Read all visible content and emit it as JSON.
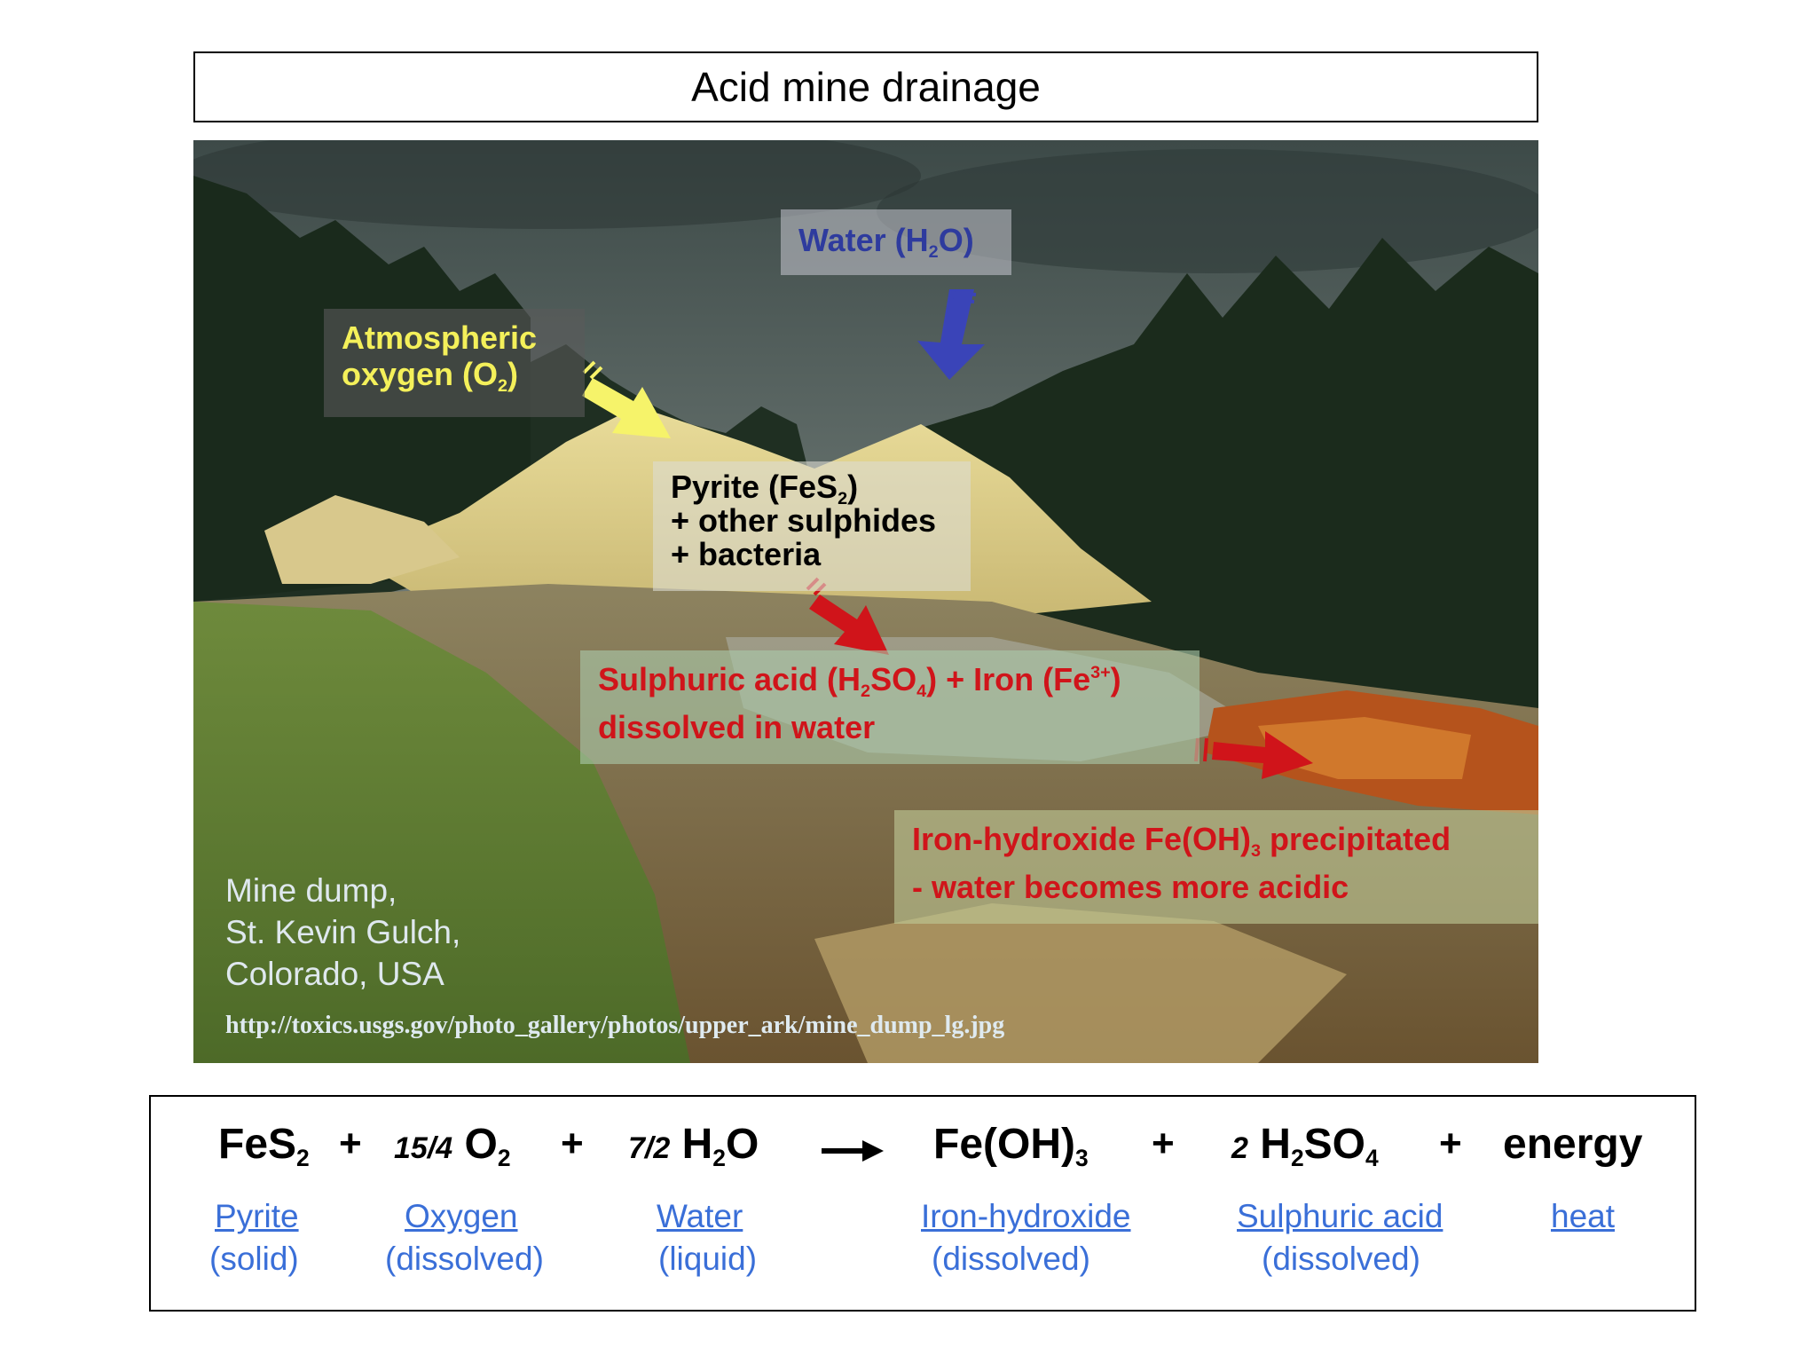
{
  "title": "Acid mine drainage",
  "photo_labels": {
    "water": {
      "text": "Water (H",
      "sub": "2",
      "tail": "O)"
    },
    "oxygen": {
      "line1": "Atmospheric",
      "line2": "oxygen (O",
      "sub": "2",
      "tail": ")"
    },
    "pyrite": {
      "line1": "Pyrite (FeS",
      "sub": "2",
      "tail": ")",
      "line2": "+ other sulphides",
      "line3": "+ bacteria"
    },
    "acid": {
      "line1a": "Sulphuric acid (H",
      "sub1": "2",
      "line1b": "SO",
      "sub2": "4",
      "line1c": ") + Iron (Fe",
      "sup": "3+",
      "line1d": ")",
      "line2": "dissolved in water"
    },
    "iron": {
      "line1a": "Iron-hydroxide Fe(OH)",
      "sub": "3",
      "line1b": " precipitated",
      "line2": "- water becomes more acidic"
    },
    "location": [
      "Mine dump,",
      "St. Kevin Gulch,",
      "Colorado, USA"
    ],
    "url": "http://toxics.usgs.gov/photo_gallery/photos/upper_ark/mine_dump_lg.jpg"
  },
  "equation": {
    "pyrite": {
      "formula": "FeS",
      "sub": "2",
      "name": "Pyrite",
      "state": "(solid)"
    },
    "oxygen": {
      "coef": "15/4",
      "formula": "O",
      "sub": "2",
      "name": "Oxygen",
      "state": "(dissolved)"
    },
    "water": {
      "coef": "7/2",
      "formula_a": "H",
      "sub": "2",
      "formula_b": "O",
      "name": "Water",
      "state": "(liquid)"
    },
    "iron_hydroxide": {
      "formula": "Fe(OH)",
      "sub": "3",
      "name": "Iron-hydroxide",
      "state": "(dissolved)"
    },
    "sulphuric_acid": {
      "coef": "2",
      "formula_a": "H",
      "sub1": "2",
      "formula_b": "SO",
      "sub2": "4",
      "name": "Sulphuric acid",
      "state": "(dissolved)"
    },
    "energy": {
      "formula": "energy",
      "name": "heat"
    },
    "plus": "+"
  },
  "colors": {
    "water_label": "#2e3b9e",
    "oxygen_label": "#f4f05a",
    "acid_label": "#d0141a",
    "link_blue": "#3a6fd8",
    "arrow_yellow": "#f6f36a",
    "arrow_blue": "#3a44b8",
    "arrow_red": "#d0141a"
  }
}
